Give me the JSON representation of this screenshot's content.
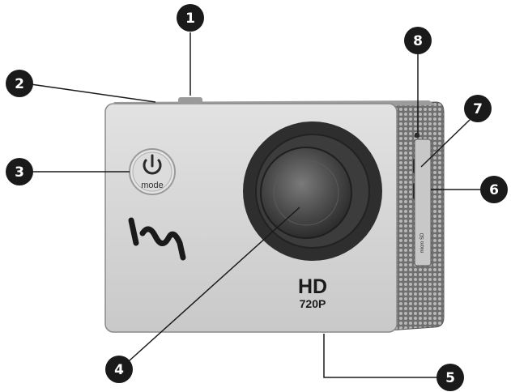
{
  "diagram": {
    "colors": {
      "body": "#d6d6d6",
      "lens_ring": "#3a3a3a",
      "callout": "#1a1a1a",
      "mesh": "#8a8a8a"
    },
    "device_labels": {
      "mode": "mode",
      "hd": "HD",
      "resolution": "720P",
      "slot": "micro SD"
    },
    "callouts": [
      {
        "number": "1",
        "target": "top-shutter-button"
      },
      {
        "number": "2",
        "target": "top-indicator-light"
      },
      {
        "number": "3",
        "target": "power-mode-button"
      },
      {
        "number": "4",
        "target": "lens"
      },
      {
        "number": "5",
        "target": "bottom-side"
      },
      {
        "number": "6",
        "target": "micro-sd-slot"
      },
      {
        "number": "7",
        "target": "usb-port"
      },
      {
        "number": "8",
        "target": "side-indicator-light"
      }
    ]
  }
}
